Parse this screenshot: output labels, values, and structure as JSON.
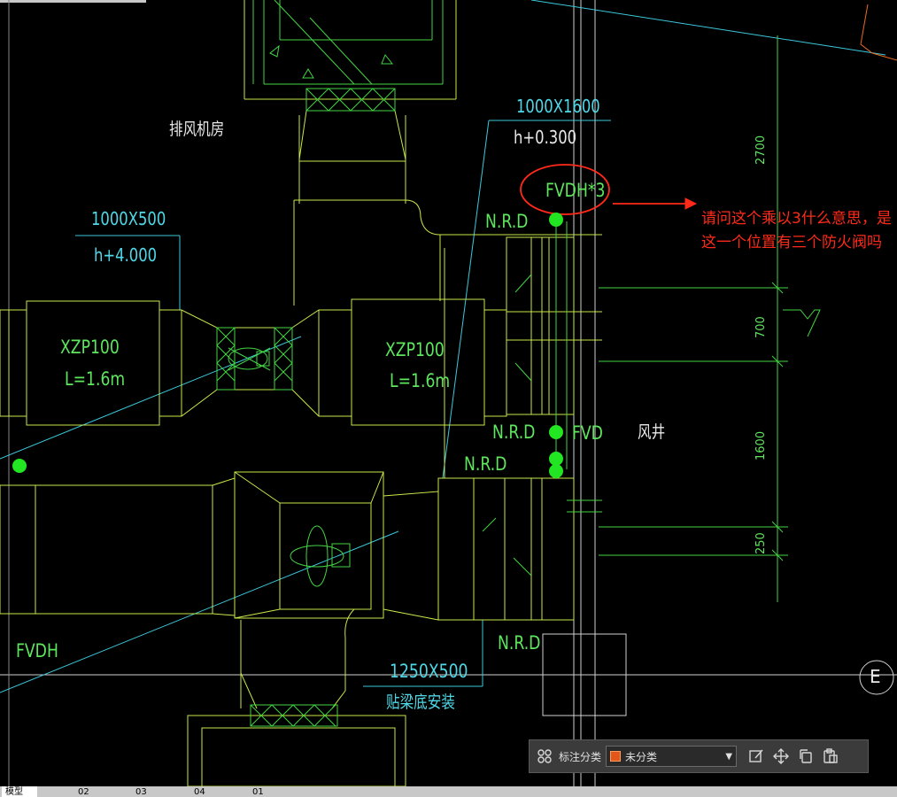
{
  "drawing": {
    "labels": {
      "exhaust_room": "排风机房",
      "duct_size_top": "1000X1600",
      "duct_elev_top": "h+0.300",
      "duct_size_left": "1000X500",
      "duct_elev_left": "h+4.000",
      "fan_left_model": "XZP100",
      "fan_left_len": "L=1.6m",
      "fan_right_model": "XZP100",
      "fan_right_len": "L=1.6m",
      "fvdh_top": "FVDH*3",
      "nrd_1": "N.R.D",
      "nrd_2": "N.R.D",
      "nrd_3": "N.R.D",
      "nrd_4": "N.R.D",
      "fvd": "FVD",
      "shaft": "风井",
      "fvdh_left": "FVDH",
      "duct_size_bottom": "1250X500",
      "beam_mount": "贴梁底安装",
      "grid_axis": "E"
    },
    "dimensions": [
      "2700",
      "700",
      "1600",
      "250"
    ]
  },
  "annotation": {
    "text": "请问这个乘以3什么意思，是这一个位置有三个防火阀吗"
  },
  "toolbar": {
    "label": "标注分类",
    "select_value": "未分类",
    "swatch_color": "#e2561a",
    "icons": [
      "grid-icon",
      "edit-icon",
      "move-icon",
      "copy-icon",
      "paste-icon"
    ]
  },
  "tabs": {
    "items": [
      "模型",
      "02",
      "03",
      "04",
      "01"
    ],
    "active": "模型"
  }
}
